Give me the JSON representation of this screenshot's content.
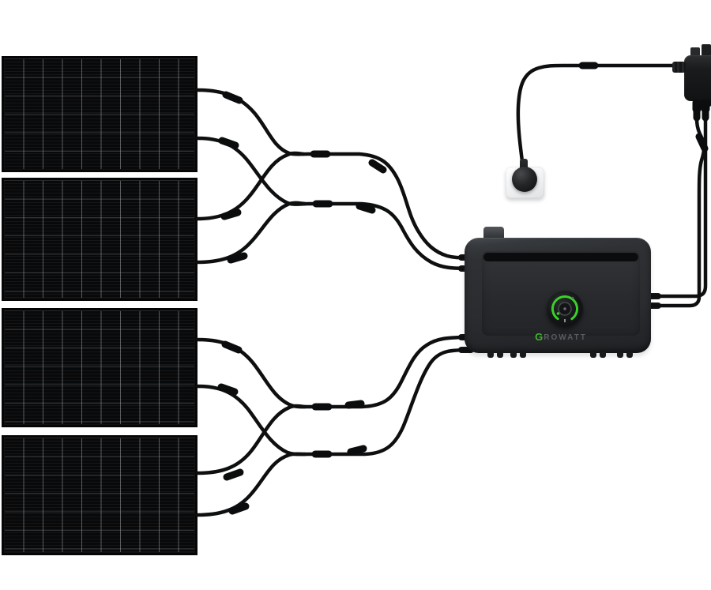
{
  "diagram": {
    "description": "Wiring diagram: four solar panels connected by branch cables to a portable power station; station output feeds a micro inverter whose AC cable plugs into a wall outlet",
    "background_color": "#ffffff",
    "cable_color": "#0e0f10"
  },
  "panels": {
    "count": 4,
    "cell_columns": 10,
    "cell_rows": 6,
    "frame_color": "#060607",
    "names": [
      "solar-panel-1",
      "solar-panel-2",
      "solar-panel-3",
      "solar-panel-4"
    ]
  },
  "station": {
    "brand_prefix": "G",
    "brand_suffix": "ROWATT",
    "brand_prefix_color": "#3fb527",
    "brand_suffix_color": "#595c5f",
    "body_color": "#2c2e31",
    "dial_accent_color": "#3bcf29",
    "pv_input_cables": 4,
    "output_cables": 2
  },
  "inverter": {
    "body_color": "#17181a",
    "pv_drop_cables": 2
  },
  "outlet": {
    "face_color": "#f2f4f5",
    "plug_color": "#1d1f21"
  }
}
